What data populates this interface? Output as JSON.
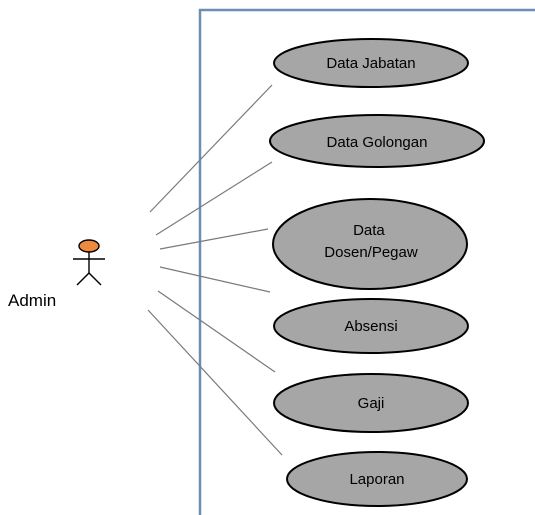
{
  "actor": {
    "name": "Admin"
  },
  "use_cases": [
    {
      "lines": [
        "Data Jabatan"
      ]
    },
    {
      "lines": [
        "Data Golongan"
      ]
    },
    {
      "lines": [
        "Data",
        "Dosen/Pegaw"
      ]
    },
    {
      "lines": [
        "Absensi"
      ]
    },
    {
      "lines": [
        "Gaji"
      ]
    },
    {
      "lines": [
        "Laporan"
      ]
    }
  ],
  "colors": {
    "usecase_fill": "#a6a6a6",
    "actor_head": "#ee8a3c",
    "boundary": "#6a8fb0",
    "association": "#7a7a7a"
  }
}
